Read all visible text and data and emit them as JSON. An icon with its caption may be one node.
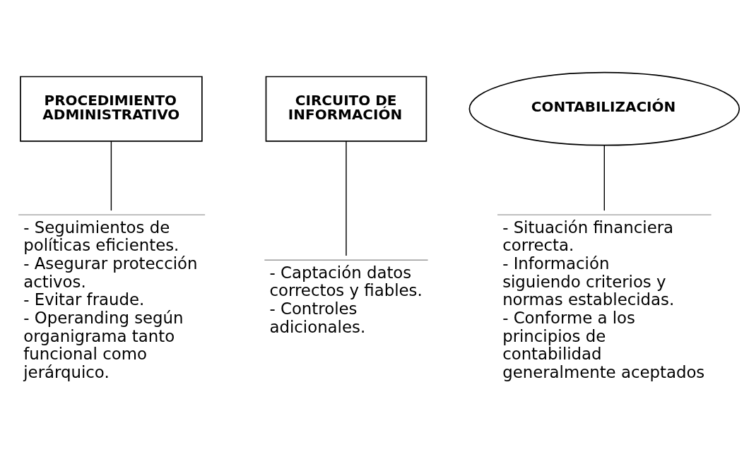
{
  "diagram": {
    "nodes": [
      {
        "text": [
          "PROCEDIMIENTO ADMINISTRATIVO"
        ]
      },
      {
        "text": [
          "CIRCUITO DE INFORMACIÓN"
        ]
      },
      {
        "text": [
          "CONTABILIZACIÓN"
        ]
      },
      {
        "text": [
          "- Seguimientos de políticas eficientes.",
          "- Asegurar protección activos.",
          "- Evitar fraude.",
          "- Operanding según organigrama tanto funcional como jerárquico."
        ]
      },
      {
        "text": [
          "- Captación datos correctos y fiables.",
          "- Controles adicionales."
        ]
      },
      {
        "text": [
          "- Situación financiera correcta.",
          "- Información siguiendo criterios y normas establecidas.",
          "- Conforme a los principios de contabilidad generalmente aceptados"
        ]
      }
    ],
    "edges": [
      {
        "from": 0,
        "to": 3,
        "arrow": "none"
      },
      {
        "from": 1,
        "to": 4,
        "arrow": "none"
      },
      {
        "from": 2,
        "to": 5,
        "arrow": "none"
      }
    ]
  }
}
